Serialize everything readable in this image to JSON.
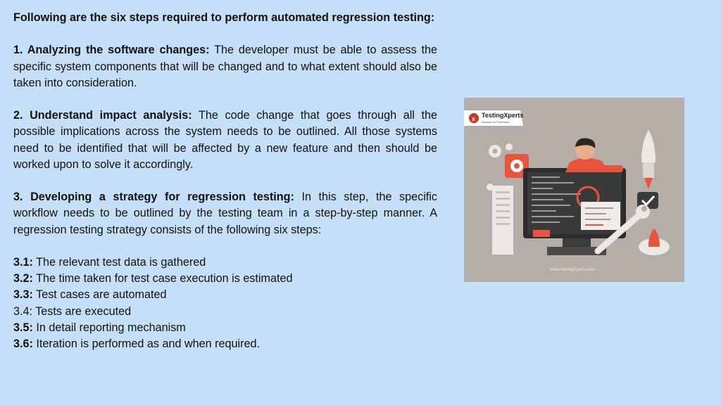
{
  "intro": "Following are the six steps required to perform automated regression testing:",
  "sections": [
    {
      "heading": "1. Analyzing the software changes:",
      "body": " The developer must be able to assess the specific system components that will be changed and to what extent should also be taken into consideration."
    },
    {
      "heading": "2. Understand impact analysis:",
      "body": " The code change that goes through all the possible implications across the system needs to be outlined. All those systems need to be identified that will be affected by a new feature and then should be worked upon to solve it accordingly."
    },
    {
      "heading": "3. Developing a strategy for regression testing:",
      "body": " In this step, the specific workflow needs to be outlined by the testing team in a step-by-step manner. A regression testing strategy consists of the following six steps:"
    }
  ],
  "steps": [
    {
      "num": "3.1:",
      "text": " The relevant test data is gathered"
    },
    {
      "num": "3.2:",
      "text": " The time taken for test case execution is estimated"
    },
    {
      "num": "3.3:",
      "text": " Test cases are automated"
    },
    {
      "num": "",
      "text": "3.4: Tests are executed"
    },
    {
      "num": "3.5:",
      "text": " In detail reporting mechanism"
    },
    {
      "num": "3.6:",
      "text": " Iteration is performed as and when required."
    }
  ],
  "image": {
    "logo_name": "TestingXperts",
    "logo_tagline": "Passion for Perfection",
    "website": "www.TestingXperts.com",
    "colors": {
      "background": "#b5ada7",
      "accent": "#e8553f",
      "monitor": "#2c2c2c"
    }
  }
}
